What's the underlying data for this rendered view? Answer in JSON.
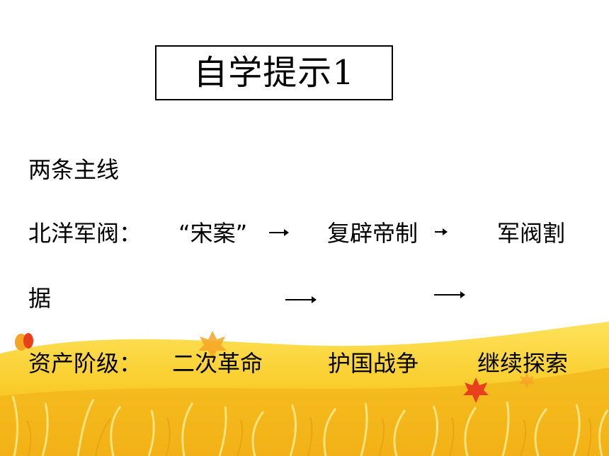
{
  "title": "自学提示1",
  "lines": {
    "heading": "两条主线",
    "beiyang_label": "北洋军阀：",
    "beiyang_item1": "“宋案”",
    "beiyang_item2": "复辟帝制",
    "beiyang_item3_part1": "军阀割",
    "beiyang_item3_part2": "据",
    "bourgeois_label": "资产阶级：",
    "bourgeois_item1": "二次革命",
    "bourgeois_item2": "护国战争",
    "bourgeois_item3": "继续探索"
  },
  "colors": {
    "text": "#000000",
    "field_light": "#FBD62A",
    "field_dark": "#F2B418",
    "leaf_red": "#E8401C",
    "leaf_orange": "#F6A424"
  }
}
